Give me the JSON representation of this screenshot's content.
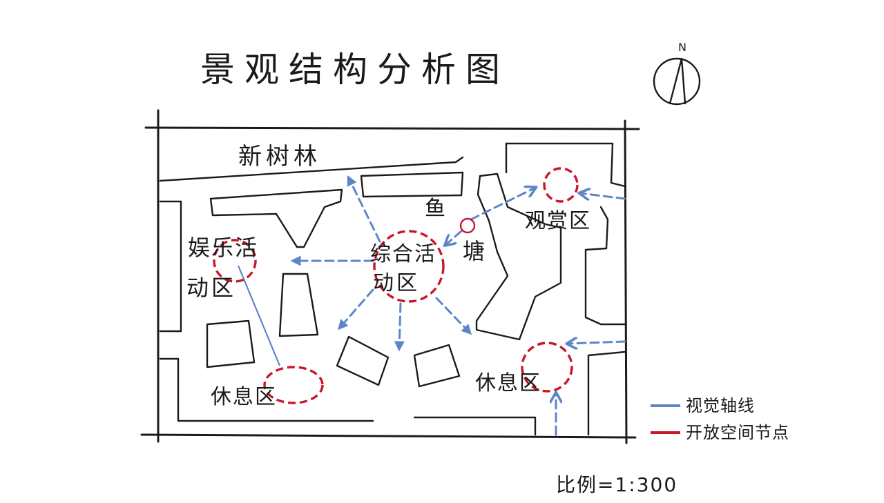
{
  "title": "景观结构分析图",
  "north_label": "N",
  "areas": {
    "grove": "新树林",
    "pond_top": "鱼",
    "pond_bottom": "塘",
    "viewing": "观赏区",
    "ent_line1": "娱乐活",
    "ent_line2": "动区",
    "comp_line1": "综合活",
    "comp_line2": "动区",
    "rest_left": "休息区",
    "rest_right": "休息区"
  },
  "legend": {
    "visual_axis": "视觉轴线",
    "open_node": "开放空间节点"
  },
  "scale": "比例=1:300",
  "colors": {
    "visual_axis": "#5b86c8",
    "open_node": "#c8162a",
    "ink": "#1a1a1a"
  }
}
